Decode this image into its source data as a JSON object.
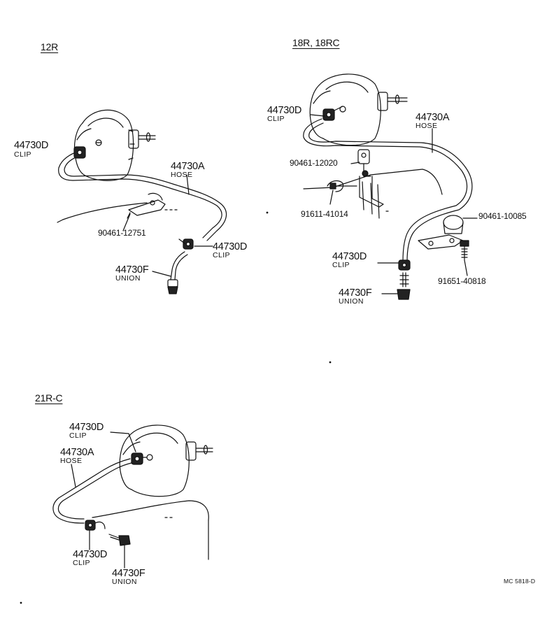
{
  "sections": {
    "r12": {
      "title": "12R",
      "clip_top": {
        "part": "44730D",
        "desc": "CLIP"
      },
      "hose": {
        "part": "44730A",
        "desc": "HOSE"
      },
      "bracket": {
        "part": "90461-12751"
      },
      "clip_bottom": {
        "part": "44730D",
        "desc": "CLIP"
      },
      "union": {
        "part": "44730F",
        "desc": "UNION"
      }
    },
    "r18": {
      "title": "18R, 18RC",
      "clip_top": {
        "part": "44730D",
        "desc": "CLIP"
      },
      "hose": {
        "part": "44730A",
        "desc": "HOSE"
      },
      "clamp_a": {
        "part": "90461-12020"
      },
      "bolt_a": {
        "part": "91611-41014"
      },
      "clamp_b": {
        "part": "90461-10085"
      },
      "clip_bottom": {
        "part": "44730D",
        "desc": "CLIP"
      },
      "bolt_b": {
        "part": "91651-40818"
      },
      "union": {
        "part": "44730F",
        "desc": "UNION"
      }
    },
    "r21c": {
      "title": "21R-C",
      "clip_top": {
        "part": "44730D",
        "desc": "CLIP"
      },
      "hose": {
        "part": "44730A",
        "desc": "HOSE"
      },
      "clip_bottom": {
        "part": "44730D",
        "desc": "CLIP"
      },
      "union": {
        "part": "44730F",
        "desc": "UNION"
      }
    }
  },
  "drawing_code": "MC 5818-D"
}
